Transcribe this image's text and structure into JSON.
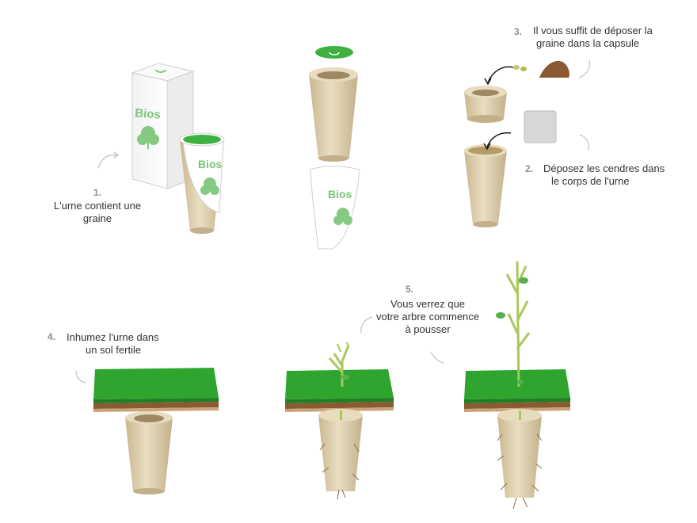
{
  "steps": {
    "s1": {
      "number": "1.",
      "line1": "L'urne contient une",
      "line2": "graine"
    },
    "s2": {
      "number": "2.",
      "line1": "Déposez les cendres dans",
      "line2": "le corps de l'urne"
    },
    "s3": {
      "number": "3.",
      "line1": "Il vous suffit de déposer la",
      "line2": "graine dans la capsule"
    },
    "s4": {
      "number": "4.",
      "line1": "Inhumez l'urne dans",
      "line2": "un sol fertile"
    },
    "s5": {
      "number": "5.",
      "line1": "Vous verrez que",
      "line2": "votre arbre commence",
      "line3": "à pousser"
    }
  },
  "brand": {
    "logo_text": "Bios"
  },
  "colors": {
    "grass": "#2fa52f",
    "grass_dark": "#1f7f22",
    "soil": "#8a5a33",
    "urn": "#ddcfae",
    "urn_dark": "#c5b48d",
    "leaf": "#56b04f",
    "stem": "#a9c85b"
  }
}
